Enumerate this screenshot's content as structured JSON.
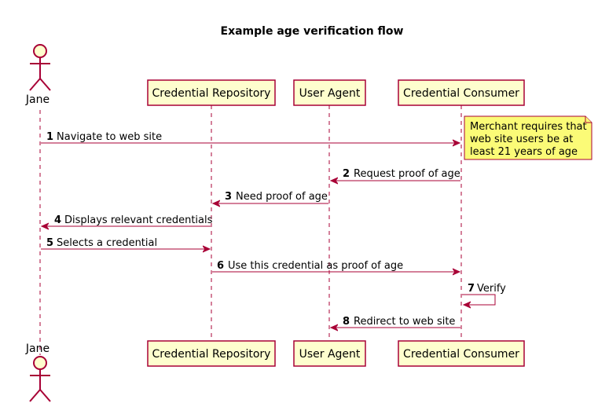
{
  "title": "Example age verification flow",
  "colors": {
    "border": "#A80036",
    "participant_fill": "#FEFECE",
    "note_fill": "#FBFB77"
  },
  "actors": [
    {
      "id": "jane",
      "label": "Jane"
    }
  ],
  "participants": [
    {
      "id": "repo",
      "label": "Credential Repository"
    },
    {
      "id": "agent",
      "label": "User Agent"
    },
    {
      "id": "consumer",
      "label": "Credential Consumer"
    }
  ],
  "note": {
    "attached_to": "consumer",
    "lines": [
      "Merchant requires that",
      "web site users be at",
      "least 21 years of age"
    ]
  },
  "messages": [
    {
      "num": "1",
      "text": "Navigate to web site",
      "from": "jane",
      "to": "consumer"
    },
    {
      "num": "2",
      "text": "Request proof of age",
      "from": "consumer",
      "to": "agent"
    },
    {
      "num": "3",
      "text": "Need proof of age",
      "from": "agent",
      "to": "repo"
    },
    {
      "num": "4",
      "text": "Displays relevant credentials",
      "from": "repo",
      "to": "jane"
    },
    {
      "num": "5",
      "text": "Selects a credential",
      "from": "jane",
      "to": "repo"
    },
    {
      "num": "6",
      "text": "Use this credential as proof of age",
      "from": "repo",
      "to": "consumer"
    },
    {
      "num": "7",
      "text": "Verify",
      "from": "consumer",
      "to": "consumer"
    },
    {
      "num": "8",
      "text": "Redirect to web site",
      "from": "consumer",
      "to": "agent"
    }
  ]
}
